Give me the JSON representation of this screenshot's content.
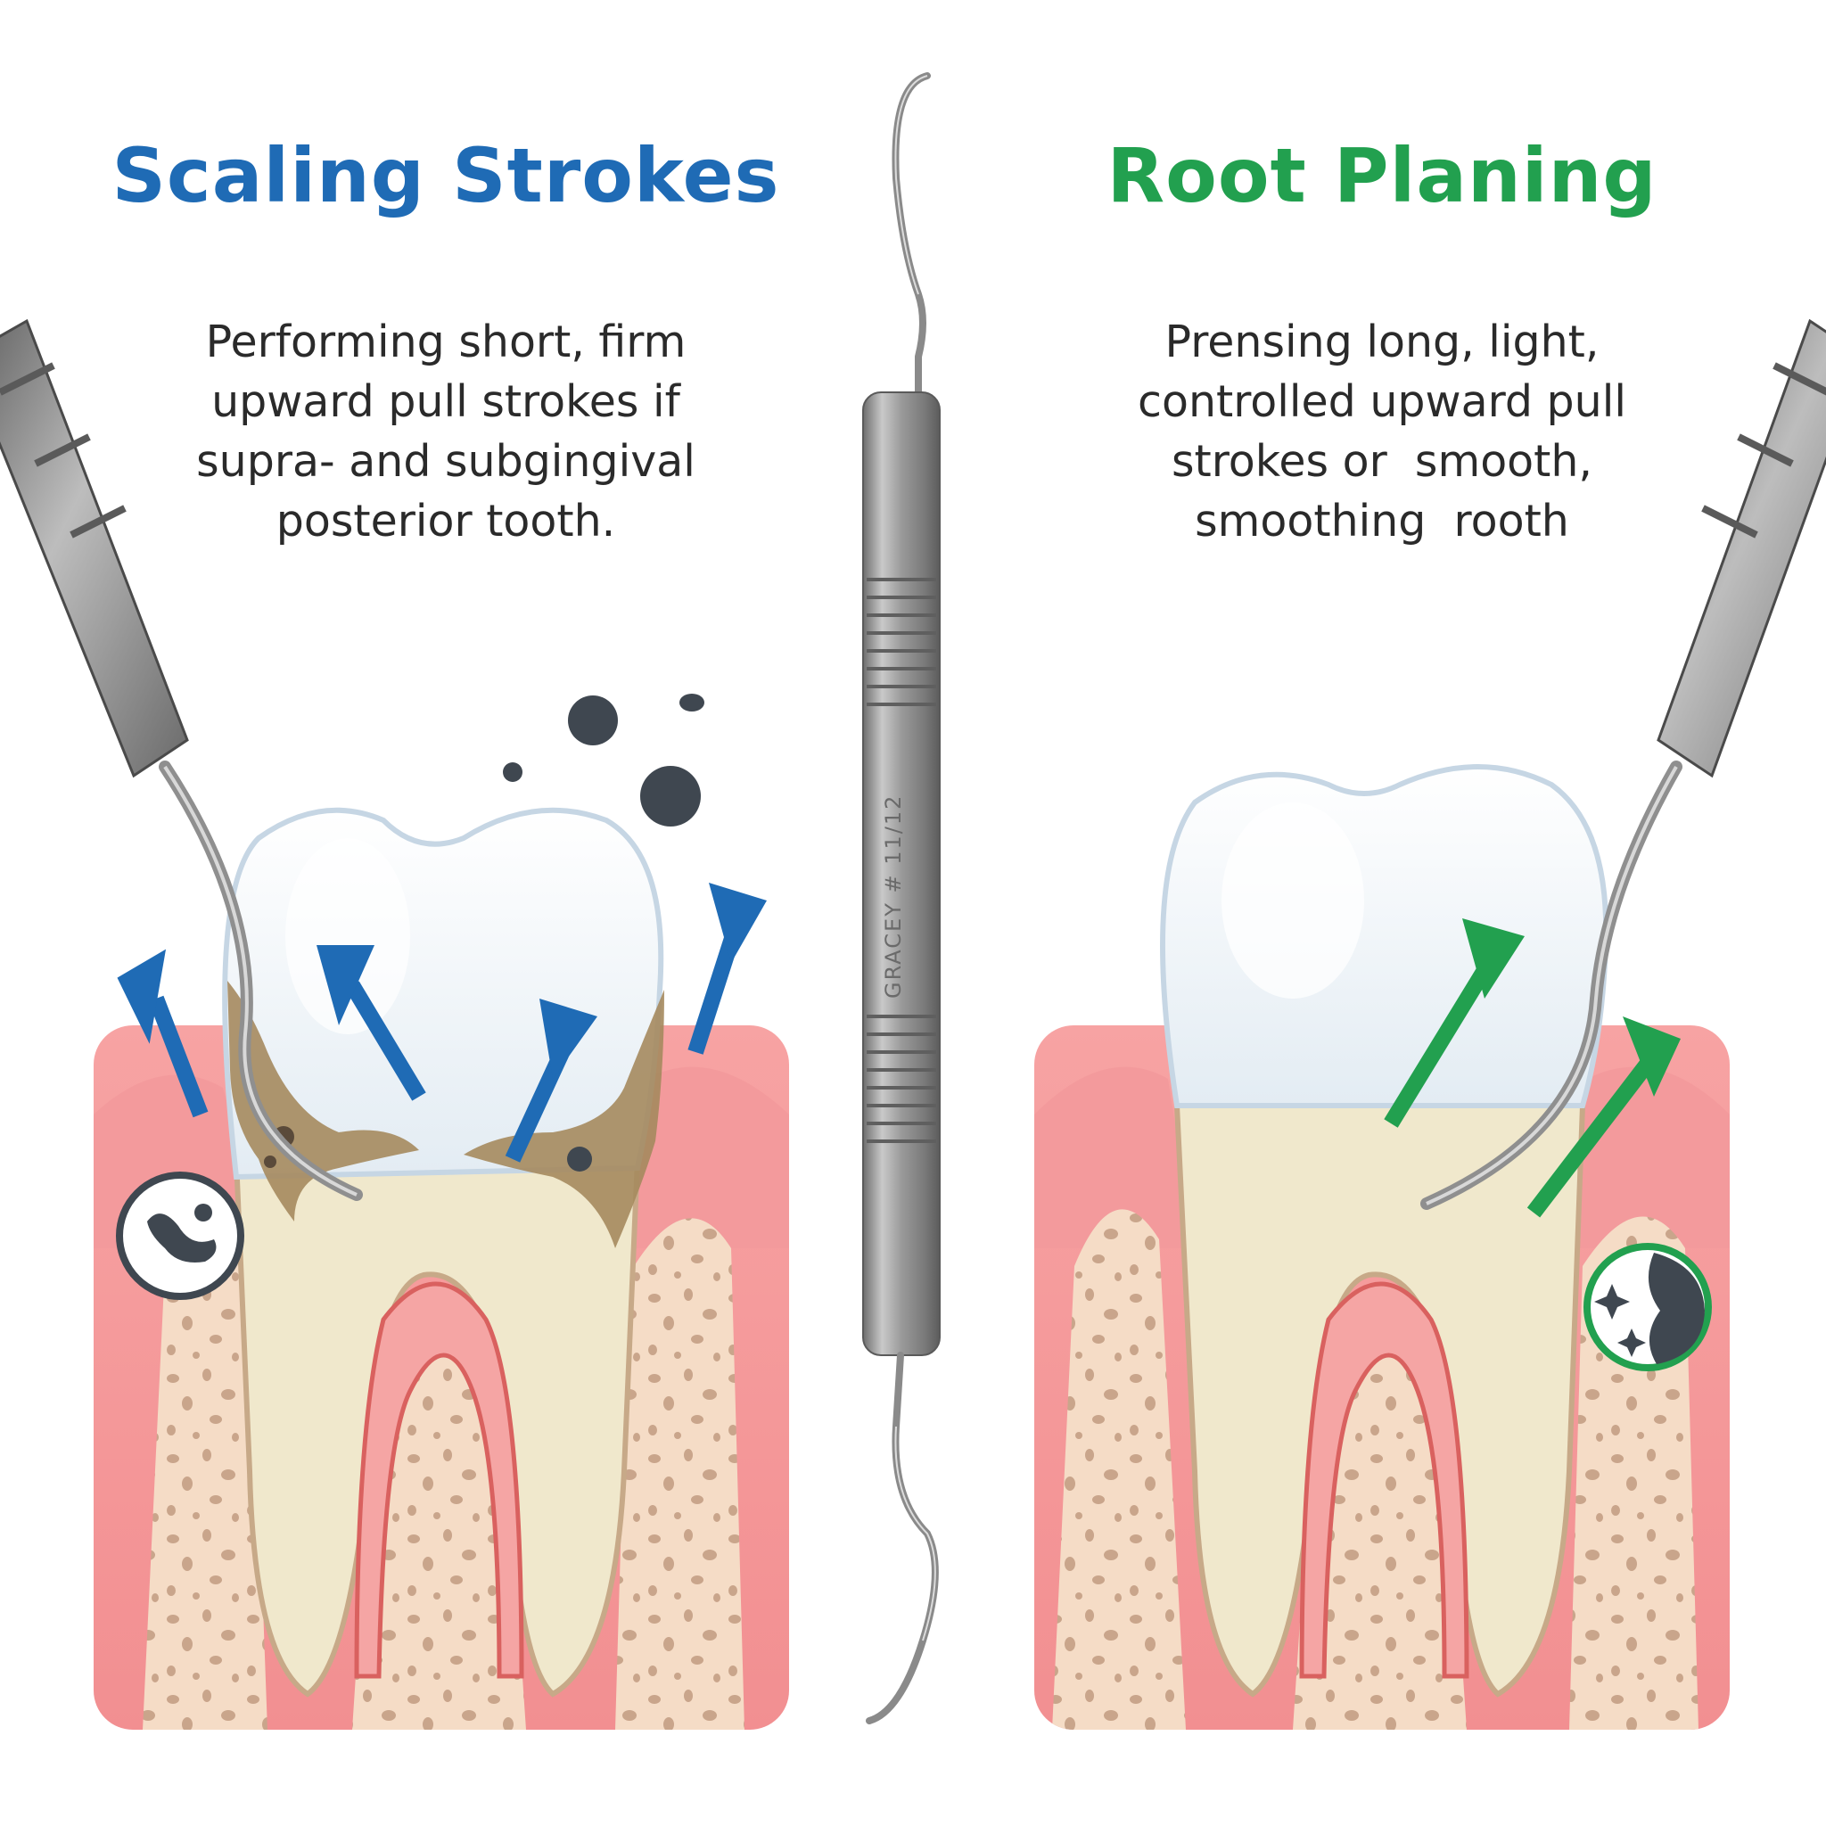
{
  "left_panel": {
    "title": "Scaling Strokes",
    "description_lines": [
      "Performing short, firm",
      "upward pull strokes if",
      "supra- and subgingival",
      "posterior tooth."
    ],
    "accent_color": "#1f6bb5",
    "badge_icon": "bacteria-icon"
  },
  "right_panel": {
    "title": "Root Planing",
    "description_lines": [
      "Prensing long, light,",
      "controlled upward pull",
      "strokes or  smooth,",
      "smoothing  rooth"
    ],
    "accent_color": "#22a04f",
    "badge_icon": "smooth-sparkle-icon"
  },
  "instrument": {
    "label": "GRACEY # 11/12"
  }
}
